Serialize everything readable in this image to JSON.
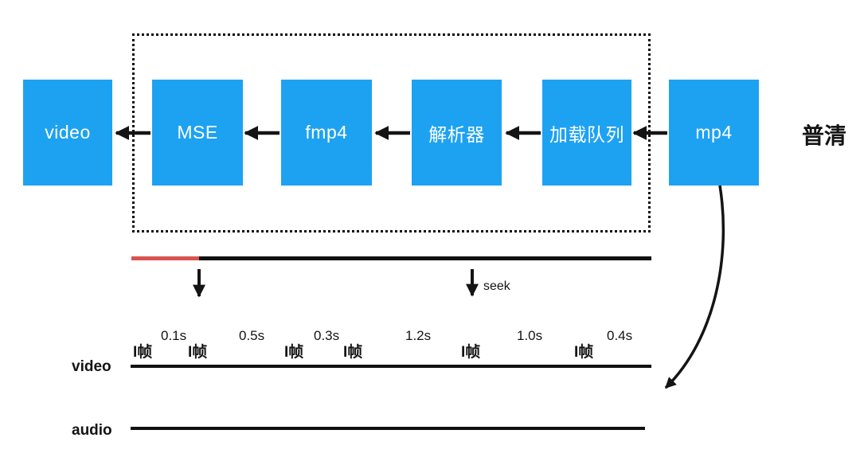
{
  "pipeline": {
    "boxes": [
      {
        "id": "video",
        "label": "video"
      },
      {
        "id": "mse",
        "label": "MSE"
      },
      {
        "id": "fmp4",
        "label": "fmp4"
      },
      {
        "id": "parser",
        "label": "解析器"
      },
      {
        "id": "load-queue",
        "label": "加载队列"
      },
      {
        "id": "mp4",
        "label": "mp4"
      }
    ],
    "quality_label": "普清"
  },
  "buffer": {
    "seek_label": "seek"
  },
  "timeline": {
    "video_track_label": "video",
    "audio_track_label": "audio",
    "markers": [
      {
        "kind": "iframe",
        "label": "I帧"
      },
      {
        "kind": "duration",
        "label": "0.1s"
      },
      {
        "kind": "iframe",
        "label": "I帧"
      },
      {
        "kind": "duration",
        "label": "0.5s"
      },
      {
        "kind": "iframe",
        "label": "I帧"
      },
      {
        "kind": "duration",
        "label": "0.3s"
      },
      {
        "kind": "iframe",
        "label": "I帧"
      },
      {
        "kind": "duration",
        "label": "1.2s"
      },
      {
        "kind": "iframe",
        "label": "I帧"
      },
      {
        "kind": "duration",
        "label": "1.0s"
      },
      {
        "kind": "iframe",
        "label": "I帧"
      },
      {
        "kind": "duration",
        "label": "0.4s"
      }
    ]
  },
  "colors": {
    "box_blue": "#1da2f2",
    "buffered_red": "#d9534f",
    "ink_black": "#141414"
  }
}
